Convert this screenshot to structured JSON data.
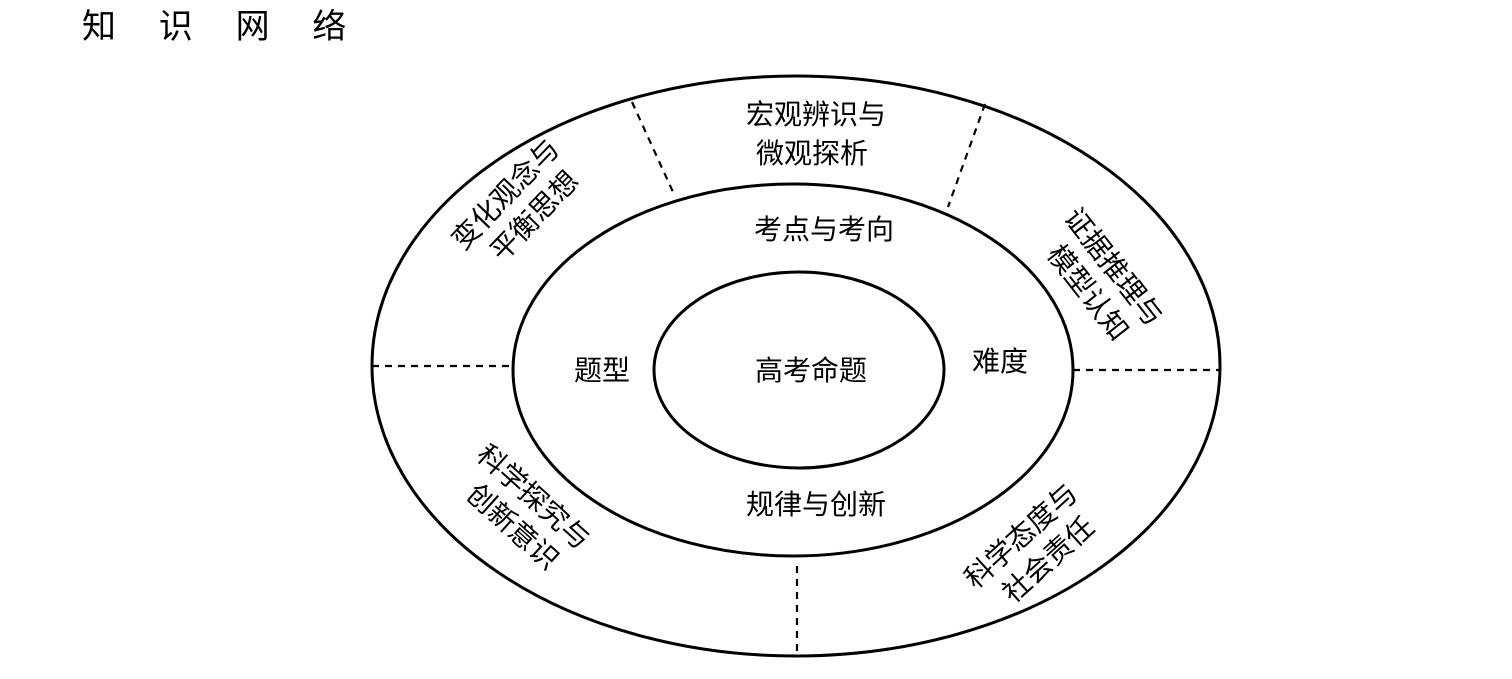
{
  "title": "知 识 网 络",
  "core": {
    "label": "高考命题"
  },
  "middle_ring": {
    "top": "考点与考向",
    "left": "题型",
    "right": "难度",
    "bottom": "规律与创新"
  },
  "outer_ring": {
    "top": [
      "宏观辨识与",
      "微观探析"
    ],
    "upper_left": [
      "变化观念与",
      "平衡思想"
    ],
    "upper_right": [
      "证据推理与",
      "模型认知"
    ],
    "lower_left": [
      "科学探究与",
      "创新意识"
    ],
    "lower_right": [
      "科学态度与",
      "社会责任"
    ]
  }
}
